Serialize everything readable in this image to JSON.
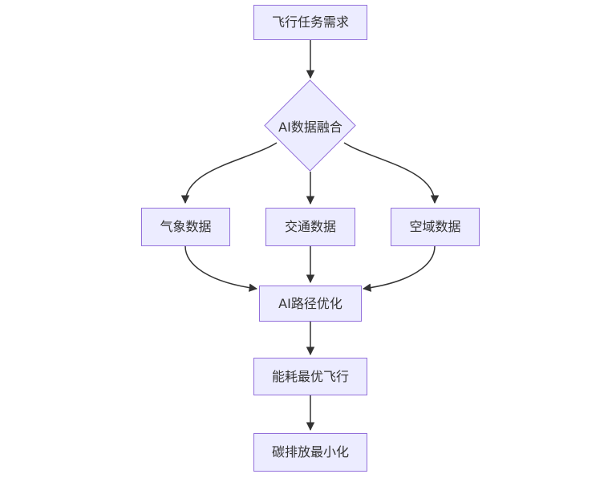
{
  "diagram": {
    "type": "flowchart",
    "direction": "top-down",
    "colors": {
      "background": "#ffffff",
      "node_fill": "#ececff",
      "node_border": "#9370db",
      "edge": "#333333",
      "text": "#333333"
    },
    "nodes": {
      "flight_mission": {
        "label": "飞行任务需求",
        "shape": "rect"
      },
      "ai_data_fusion": {
        "label": "AI数据融合",
        "shape": "diamond"
      },
      "weather_data": {
        "label": "气象数据",
        "shape": "rect"
      },
      "traffic_data": {
        "label": "交通数据",
        "shape": "rect"
      },
      "airspace_data": {
        "label": "空域数据",
        "shape": "rect"
      },
      "ai_path_optimization": {
        "label": "AI路径优化",
        "shape": "rect"
      },
      "energy_optimal_flight": {
        "label": "能耗最优飞行",
        "shape": "rect"
      },
      "carbon_minimization": {
        "label": "碳排放最小化",
        "shape": "rect"
      }
    },
    "edges": [
      {
        "from": "flight_mission",
        "to": "ai_data_fusion"
      },
      {
        "from": "ai_data_fusion",
        "to": "weather_data"
      },
      {
        "from": "ai_data_fusion",
        "to": "traffic_data"
      },
      {
        "from": "ai_data_fusion",
        "to": "airspace_data"
      },
      {
        "from": "weather_data",
        "to": "ai_path_optimization"
      },
      {
        "from": "traffic_data",
        "to": "ai_path_optimization"
      },
      {
        "from": "airspace_data",
        "to": "ai_path_optimization"
      },
      {
        "from": "ai_path_optimization",
        "to": "energy_optimal_flight"
      },
      {
        "from": "energy_optimal_flight",
        "to": "carbon_minimization"
      }
    ]
  }
}
